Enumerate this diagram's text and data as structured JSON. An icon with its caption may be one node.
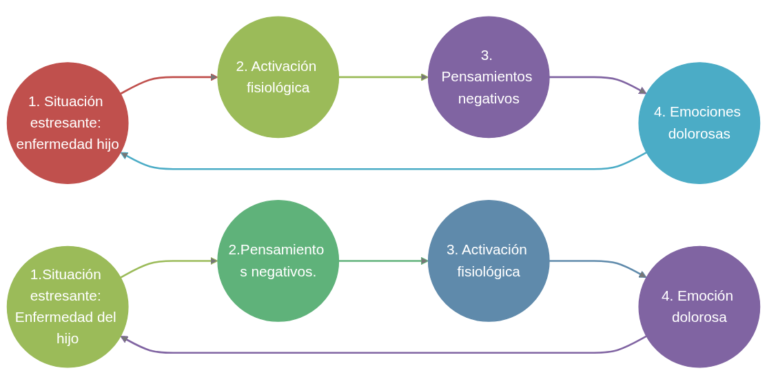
{
  "diagram": {
    "nodes": [
      {
        "text": [
          "1. Situación estresante: enfermedad hijo"
        ]
      },
      {
        "text": [
          "2. Activación fisiológica"
        ]
      },
      {
        "text": [
          "3. Pensamientos negativos"
        ]
      },
      {
        "text": [
          "4. Emociones dolorosas"
        ]
      },
      {
        "text": [
          "1.Situación estresante: Enfermedad del hijo"
        ]
      },
      {
        "text": [
          "2.Pensamiento s negativos."
        ]
      },
      {
        "text": [
          "3. Activación fisiológica"
        ]
      },
      {
        "text": [
          "4. Emoción dolorosa"
        ]
      }
    ],
    "edges": [
      {
        "from": 0,
        "to": 1,
        "arrow": "to",
        "color": "#c0504d"
      },
      {
        "from": 1,
        "to": 2,
        "arrow": "to",
        "color": "#9bbb59"
      },
      {
        "from": 2,
        "to": 3,
        "arrow": "to",
        "color": "#8064a2"
      },
      {
        "from": 3,
        "to": 0,
        "arrow": "to",
        "color": "#4bacc6"
      },
      {
        "from": 4,
        "to": 5,
        "arrow": "to",
        "color": "#9bbb59"
      },
      {
        "from": 5,
        "to": 6,
        "arrow": "to",
        "color": "#5fb27a"
      },
      {
        "from": 6,
        "to": 7,
        "arrow": "to",
        "color": "#5f8aab"
      },
      {
        "from": 7,
        "to": 4,
        "arrow": "to",
        "color": "#8064a2"
      }
    ]
  }
}
